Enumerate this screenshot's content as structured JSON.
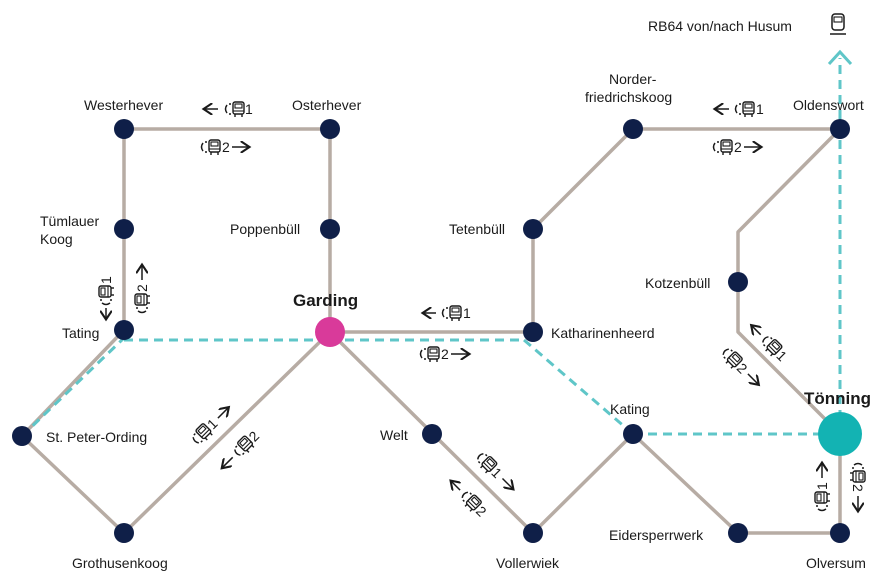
{
  "colors": {
    "route": "#b7aca4",
    "rail_dashed": "#5fc6c8",
    "stop": "#0f1f48",
    "hub_garding": "#d93a9a",
    "hub_toenning": "#13b3b3"
  },
  "rail": {
    "label": "RB64 von/nach Husum",
    "icon": "train-icon"
  },
  "stops": {
    "westerhever": "Westerhever",
    "osterhever": "Osterhever",
    "tuemlauer_koog_1": "Tümlauer",
    "tuemlauer_koog_2": "Koog",
    "poppenbuell": "Poppenbüll",
    "garding": "Garding",
    "tating": "Tating",
    "st_peter_ording": "St. Peter-Ording",
    "grothusenkoog": "Grothusenkoog",
    "welt": "Welt",
    "vollerwiek": "Vollerwiek",
    "norderfriedrichskoog_1": "Norder-",
    "norderfriedrichskoog_2": "friedrichskoog",
    "oldenswort": "Oldenswort",
    "tetenbuell": "Tetenbüll",
    "katharinenheerd": "Katharinenheerd",
    "kotzenbuell": "Kotzenbüll",
    "toenning": "Tönning",
    "kating": "Kating",
    "eidersperrwerk": "Eidersperrwerk",
    "olversum": "Olversum"
  },
  "directions": {
    "west_ost_1": "1",
    "west_ost_2": "2",
    "tating_1": "1",
    "tating_2": "2",
    "garding_kath_1": "1",
    "garding_kath_2": "2",
    "norder_olden_1": "1",
    "norder_olden_2": "2",
    "toenning_kotz_1": "1",
    "toenning_kotz_2": "2",
    "groth_garding_1": "1",
    "groth_garding_2": "2",
    "welt_voller_1": "1",
    "welt_voller_2": "2",
    "toenning_olv_1": "1",
    "toenning_olv_2": "2"
  },
  "icons": {
    "bus": "bus-on-demand-icon",
    "arrow": "arrow-icon"
  }
}
